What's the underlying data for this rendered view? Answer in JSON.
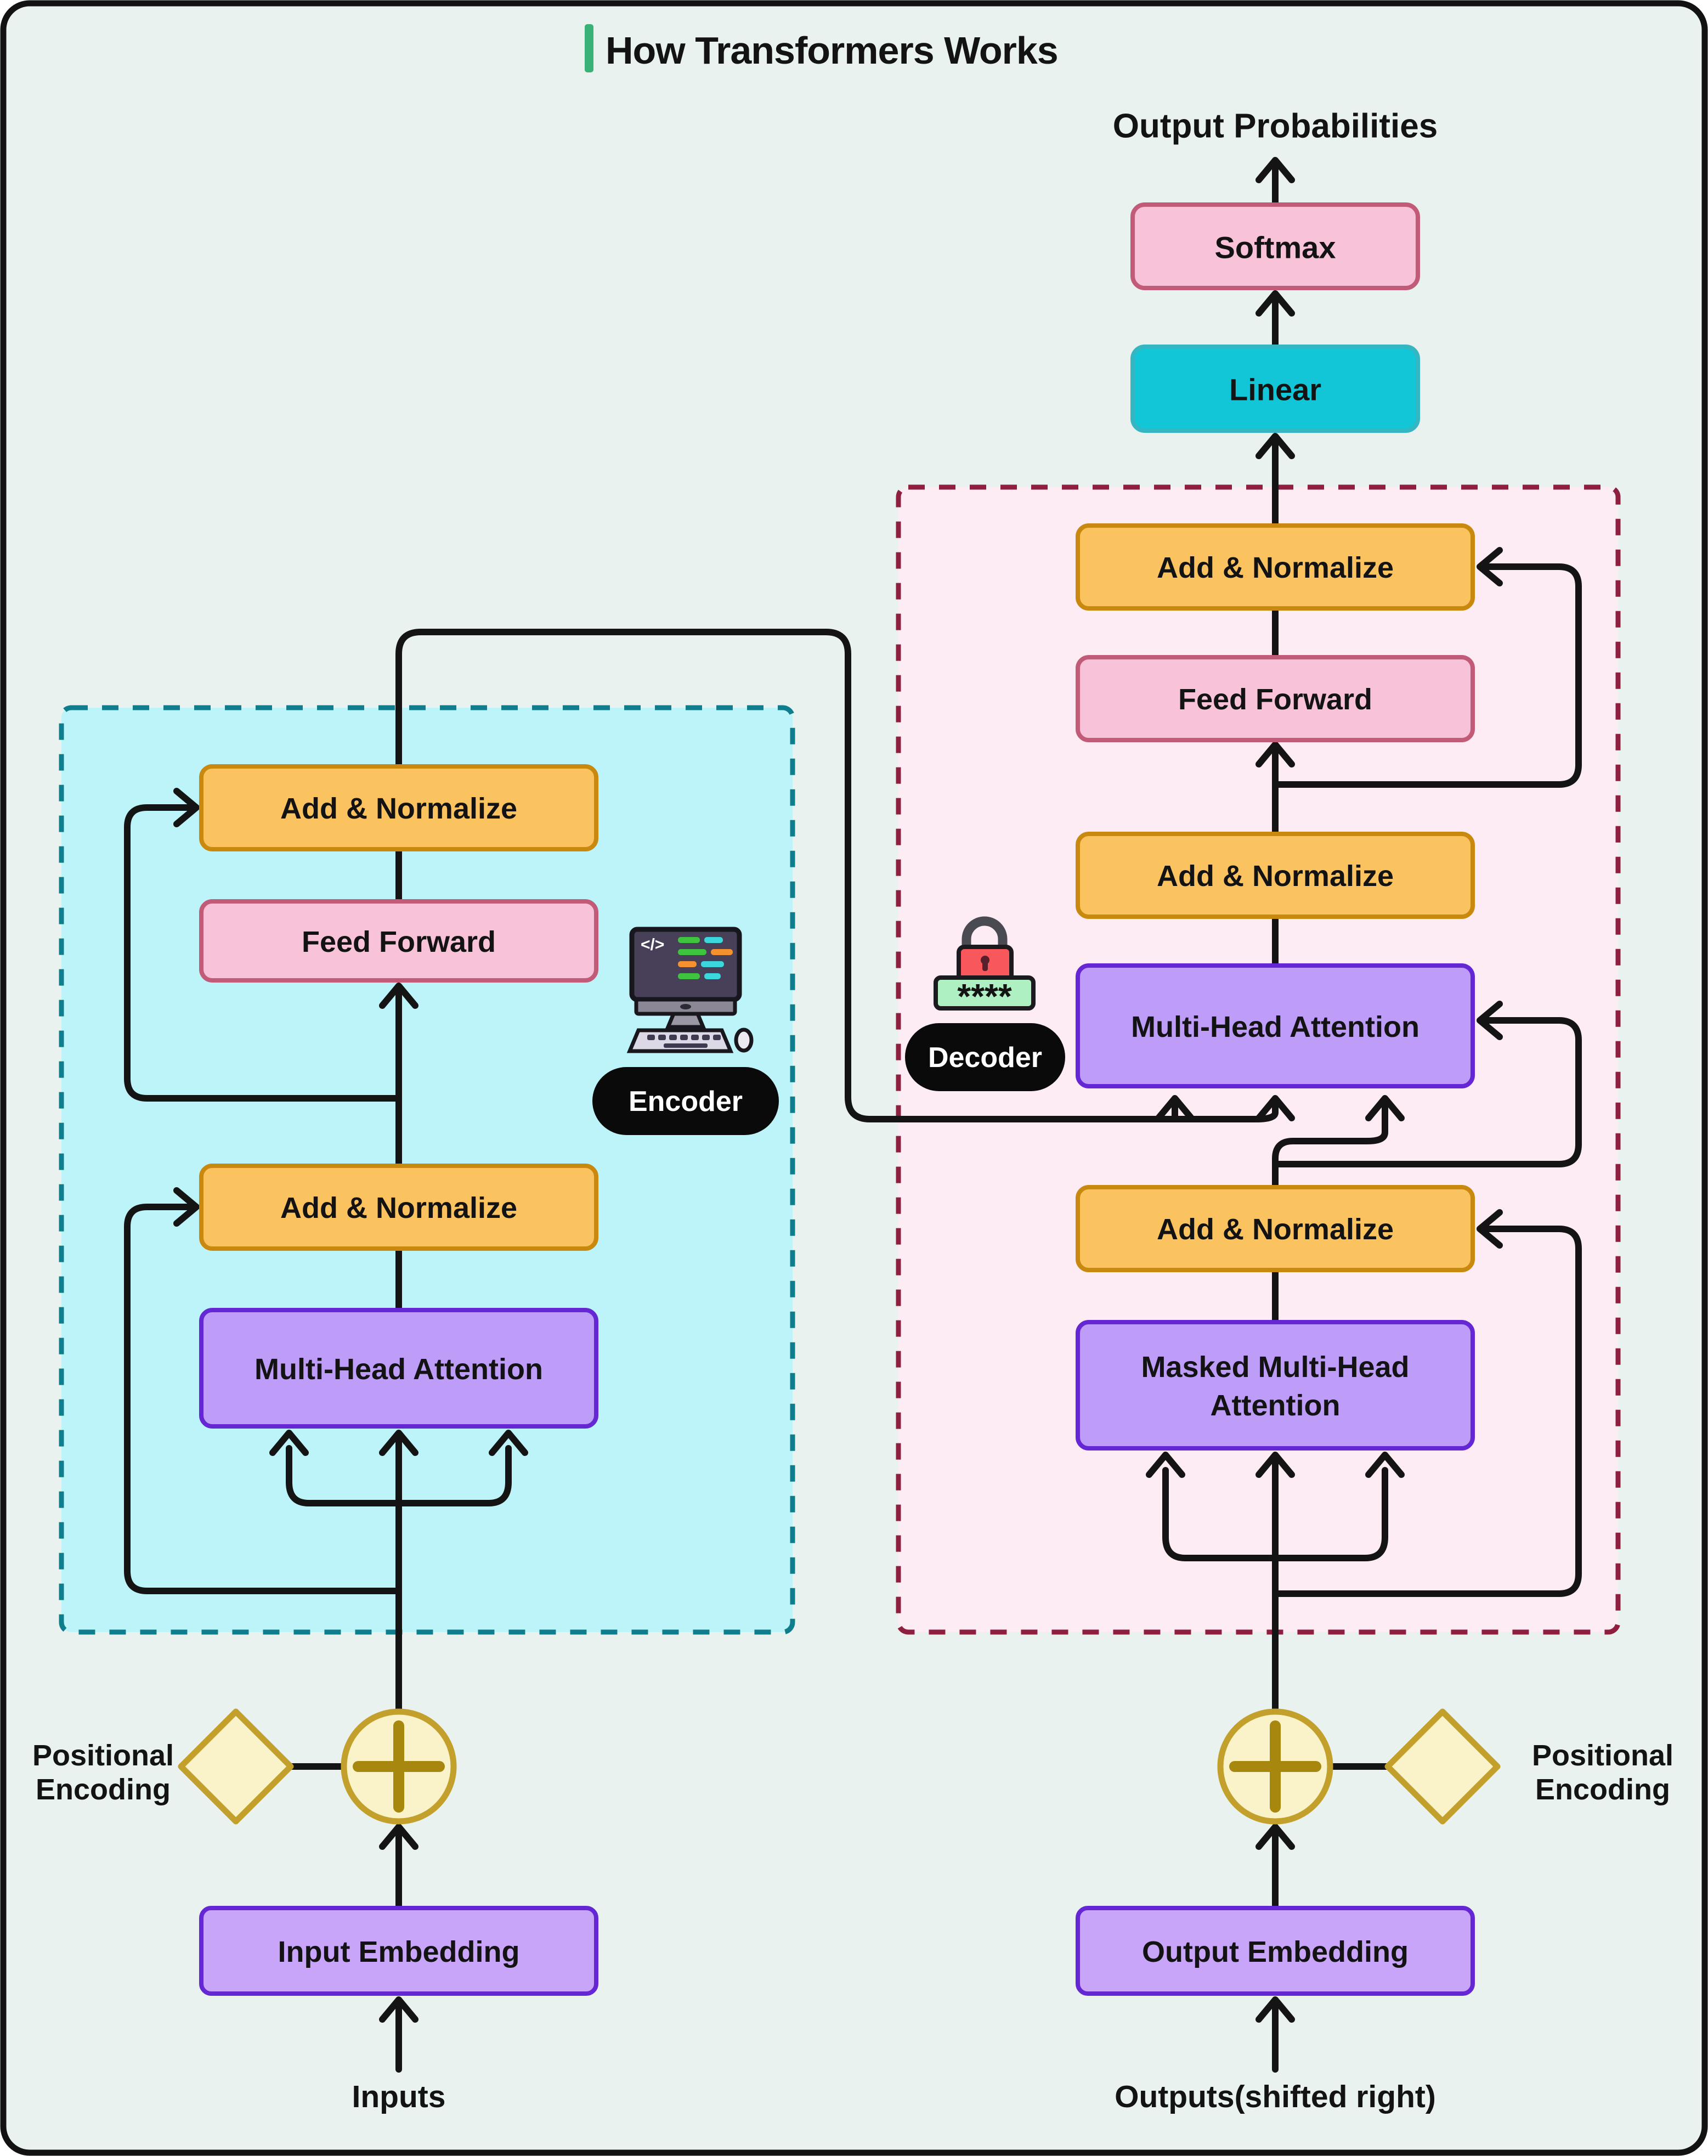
{
  "title": {
    "text": "How Transformers Works",
    "accent_color": "#38B277"
  },
  "icons": {
    "encoder": "computer-code-icon",
    "decoder": "lock-password-icon",
    "plus_circle": "positional-add-icon",
    "diamond": "positional-encoding-diamond-icon"
  },
  "colors": {
    "page_background": "#E9F2EE",
    "page_border": "#121212",
    "encoder_region_fill": "#BDF4F9",
    "encoder_region_dash": "#0E7D8C",
    "decoder_region_fill": "#FDECF3",
    "decoder_region_dash": "#8E1F3F",
    "orange_fill": "#FBC35F",
    "orange_border": "#C9880E",
    "pink_fill": "#F8C3D9",
    "pink_border": "#C25B78",
    "purple_fill": "#BE9DF8",
    "purple_border": "#6527D3",
    "cyan_fill": "#12C6D7",
    "cyan_border": "#35B6C3",
    "cream_fill": "#FAF3C9",
    "cream_border": "#C3A02B",
    "line": "#141414",
    "pill_background": "#0A0A0A"
  },
  "top_flow": {
    "output_probabilities": "Output Probabilities",
    "softmax": "Softmax",
    "linear": "Linear"
  },
  "encoder": {
    "label": "Encoder",
    "screen_glyph": "</>",
    "add_normalize_top": "Add & Normalize",
    "feed_forward": "Feed Forward",
    "add_normalize_bottom": "Add & Normalize",
    "multi_head_attention": "Multi-Head Attention",
    "positional_encoding_line1": "Positional",
    "positional_encoding_line2": "Encoding",
    "input_embedding": "Input Embedding",
    "inputs": "Inputs"
  },
  "decoder": {
    "label": "Decoder",
    "lock_stars": "****",
    "add_normalize_top": "Add & Normalize",
    "feed_forward": "Feed Forward",
    "add_normalize_middle": "Add & Normalize",
    "multi_head_attention": "Multi-Head Attention",
    "add_normalize_bottom": "Add & Normalize",
    "masked_mha_line1": "Masked Multi-Head",
    "masked_mha_line2": "Attention",
    "positional_encoding_line1": "Positional",
    "positional_encoding_line2": "Encoding",
    "output_embedding": "Output Embedding",
    "outputs": "Outputs(shifted right)"
  }
}
